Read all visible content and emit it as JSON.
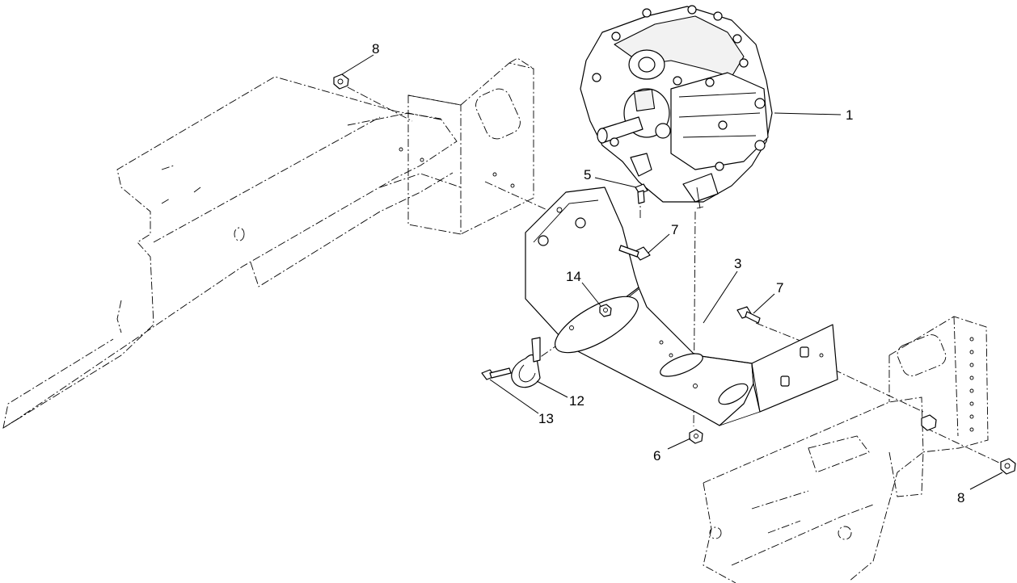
{
  "callouts": [
    {
      "id": "c1",
      "text": "1"
    },
    {
      "id": "c3",
      "text": "3"
    },
    {
      "id": "c5",
      "text": "5"
    },
    {
      "id": "c6",
      "text": "6"
    },
    {
      "id": "c7a",
      "text": "7"
    },
    {
      "id": "c7b",
      "text": "7"
    },
    {
      "id": "c8a",
      "text": "8"
    },
    {
      "id": "c8b",
      "text": "8"
    },
    {
      "id": "c12",
      "text": "12"
    },
    {
      "id": "c13",
      "text": "13"
    },
    {
      "id": "c14",
      "text": "14"
    }
  ]
}
